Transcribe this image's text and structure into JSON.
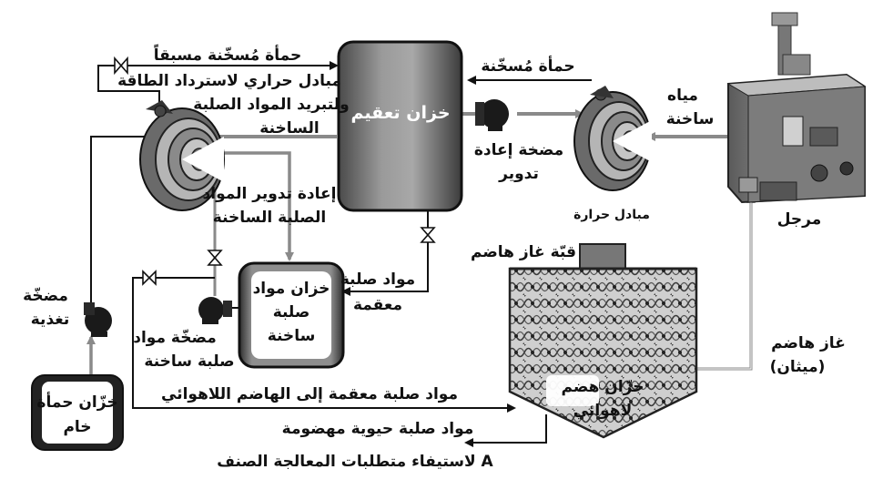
{
  "diagram": {
    "labels": {
      "preheated_sludge": "حمأة مُسخّنة مسبقاً",
      "heat_exchanger_recovery_1": "مبادل حراري لاسترداد الطاقة",
      "heat_exchanger_recovery_2": "ولتبريد المواد الصلبة",
      "heat_exchanger_recovery_3": "الساخنة",
      "pasteurization_tank": "خزان تعقيم",
      "heated_sludge": "حمأة مُسخّنة",
      "recirculation_pump_1": "مضخة إعادة",
      "recirculation_pump_2": "تدوير",
      "hot_water_1": "مياه",
      "hot_water_2": "ساخنة",
      "heat_exchanger": "مبادل حرارة",
      "boiler": "مرجل",
      "recycle_hot_solids_1": "إعادة تدوير المواد",
      "recycle_hot_solids_2": "الصلبة الساخنة",
      "digester_dome": "قبّة غاز هاضم",
      "hot_solids_tank_1": "خزان مواد",
      "hot_solids_tank_2": "صلبة",
      "hot_solids_tank_3": "ساخنة",
      "pasteurized_solids_1": "مواد صلبة",
      "pasteurized_solids_2": "معقمة",
      "feed_pump_1": "مضخّة",
      "feed_pump_2": "تغذية",
      "hot_solids_pump_1": "مضخّة مواد",
      "hot_solids_pump_2": "صلبة ساخنة",
      "digester_gas_1": "غاز هاضم",
      "digester_gas_2": "(ميثان)",
      "raw_sludge_tank_1": "خزّان حمأة",
      "raw_sludge_tank_2": "خام",
      "to_digester": "مواد صلبة معقمة إلى الهاضم اللاهوائي",
      "anaerobic_digester_1": "خزّان هضم",
      "anaerobic_digester_2": "لاهوائي",
      "digested_biosolids": "مواد صلبة حيوية مهضومة",
      "class_a": "لاستيفاء متطلبات المعالجة الصنف A"
    }
  }
}
